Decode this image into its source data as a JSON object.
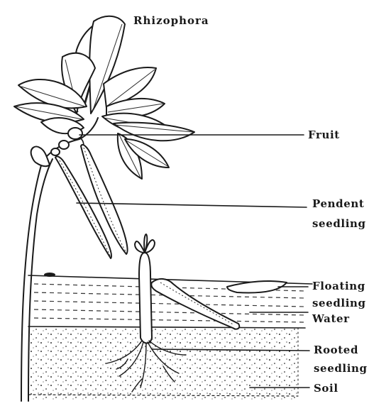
{
  "title": "Rhizophora",
  "labels": {
    "fruit": "Fruit",
    "pendent_line1": "Pendent",
    "pendent_line2": "seedling",
    "floating_line1": "Floating",
    "floating_line2": "seedling",
    "water": "Water",
    "rooted_line1": "Rooted",
    "rooted_line2": "seedling",
    "soil": "Soil"
  },
  "colors": {
    "ink": "#1a1a1a",
    "background": "#ffffff"
  }
}
